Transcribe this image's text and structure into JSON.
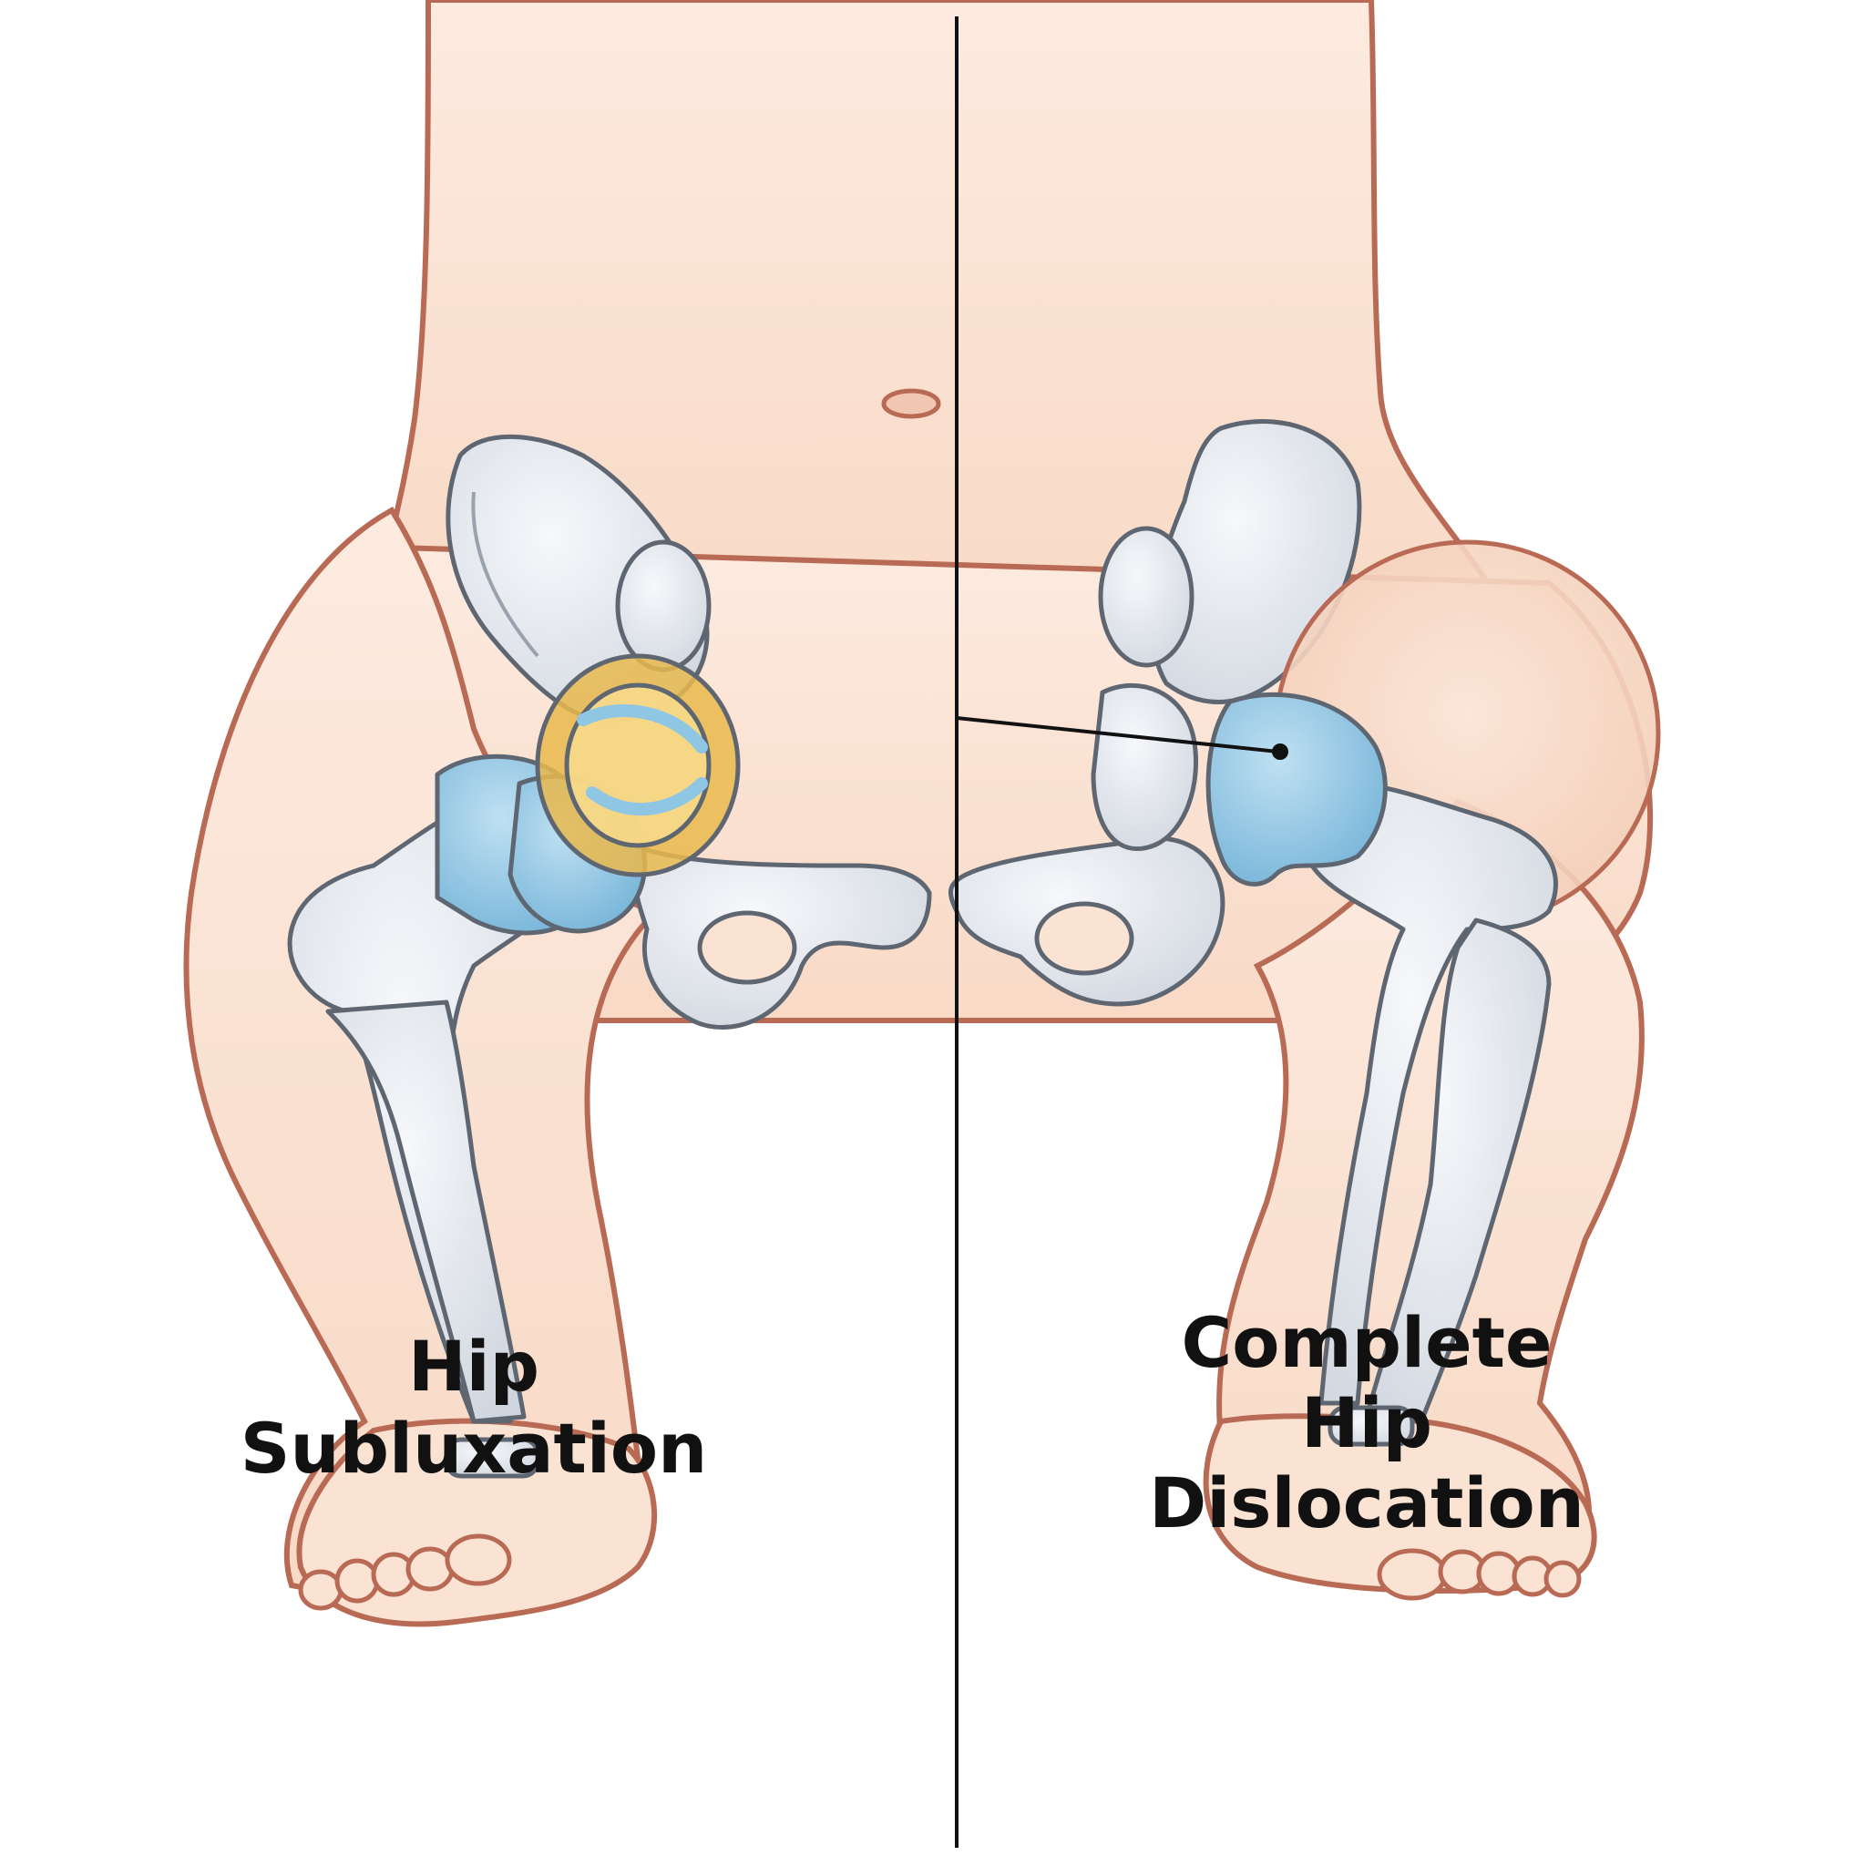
{
  "panels": {
    "left": {
      "title": "Hip Subluxation"
    },
    "right": {
      "title_line1": "Complete Hip",
      "title_line2": "Dislocation"
    }
  },
  "colors": {
    "skin": "#fbe3d3",
    "skin_outline": "#b96a55",
    "bone": "#e4e8ee",
    "bone_outline": "#5e6672",
    "cartilage_blue": "#8fc6e4",
    "labrum_yellow": "#e9b94c",
    "divider": "#111111"
  }
}
